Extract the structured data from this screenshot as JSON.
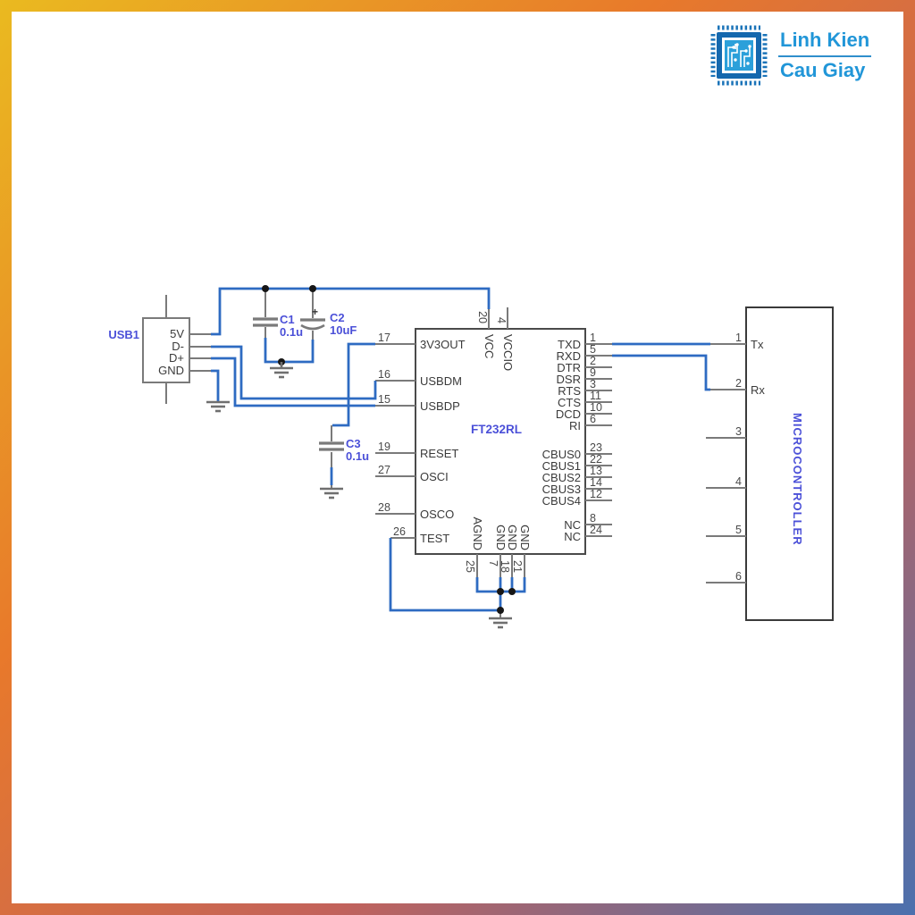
{
  "logo": {
    "line1": "Linh Kien",
    "line2": "Cau Giay",
    "color": "#2196d8",
    "icon": "chip-icon"
  },
  "colors": {
    "wire_blue": "#2e6bc2",
    "outline_gray": "#7a7a7a",
    "component_label_blue": "#4b50d8",
    "frame_yellow": "#eaba20",
    "frame_orange": "#e8792b",
    "frame_blue": "#4b70ae"
  },
  "schematic": {
    "usb": {
      "ref": "USB1",
      "pins": [
        "5V",
        "D-",
        "D+",
        "GND"
      ]
    },
    "capacitors": [
      {
        "ref": "C1",
        "value": "0.1u"
      },
      {
        "ref": "C2",
        "value": "10uF",
        "polarity": "+"
      },
      {
        "ref": "C3",
        "value": "0.1u"
      }
    ],
    "ic": {
      "ref": "FT232RL",
      "left_pins": [
        {
          "num": "17",
          "name": "3V3OUT"
        },
        {
          "num": "16",
          "name": "USBDM"
        },
        {
          "num": "15",
          "name": "USBDP"
        },
        {
          "num": "19",
          "name": "RESET"
        },
        {
          "num": "27",
          "name": "OSCI"
        },
        {
          "num": "28",
          "name": "OSCO"
        },
        {
          "num": "26",
          "name": "TEST"
        }
      ],
      "top_pins": [
        {
          "num": "20",
          "name": "VCC"
        },
        {
          "num": "4",
          "name": "VCCIO"
        }
      ],
      "right_pins": [
        {
          "num": "1",
          "name": "TXD"
        },
        {
          "num": "5",
          "name": "RXD"
        },
        {
          "num": "2",
          "name": "DTR"
        },
        {
          "num": "9",
          "name": "DSR"
        },
        {
          "num": "3",
          "name": "RTS"
        },
        {
          "num": "11",
          "name": "CTS"
        },
        {
          "num": "10",
          "name": "DCD"
        },
        {
          "num": "6",
          "name": "RI"
        },
        {
          "num": "23",
          "name": "CBUS0"
        },
        {
          "num": "22",
          "name": "CBUS1"
        },
        {
          "num": "13",
          "name": "CBUS2"
        },
        {
          "num": "14",
          "name": "CBUS3"
        },
        {
          "num": "12",
          "name": "CBUS4"
        },
        {
          "num": "8",
          "name": "NC"
        },
        {
          "num": "24",
          "name": "NC"
        }
      ],
      "bottom_pins": [
        {
          "num": "25",
          "name": "AGND"
        },
        {
          "num": "7",
          "name": "GND"
        },
        {
          "num": "18",
          "name": "GND"
        },
        {
          "num": "21",
          "name": "GND"
        }
      ]
    },
    "mcu": {
      "label": "MICROCONTROLLER",
      "pins": [
        {
          "num": "1",
          "name": "Tx"
        },
        {
          "num": "2",
          "name": "Rx"
        },
        {
          "num": "3",
          "name": ""
        },
        {
          "num": "4",
          "name": ""
        },
        {
          "num": "5",
          "name": ""
        },
        {
          "num": "6",
          "name": ""
        }
      ]
    }
  }
}
